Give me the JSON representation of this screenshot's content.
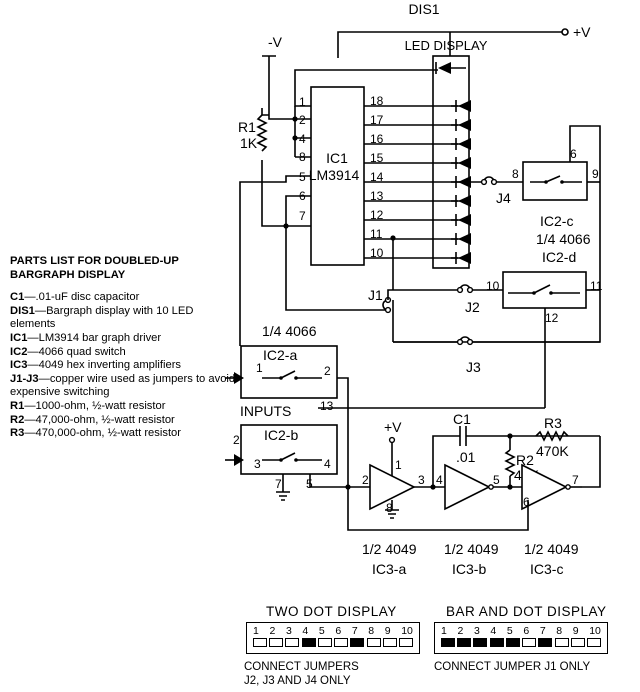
{
  "labels": {
    "dis1": "DIS1",
    "plus_v": "+V",
    "minus_v": "-V",
    "led_display": "LED DISPLAY",
    "r1": "R1",
    "r1_value": "1K",
    "ic1": "IC1",
    "ic1_part": "LM3914",
    "ic1_pins_left": [
      "1",
      "2",
      "4",
      "8",
      "5",
      "6",
      "7"
    ],
    "ic1_pins_right": [
      "18",
      "17",
      "16",
      "15",
      "14",
      "13",
      "12",
      "11",
      "10"
    ],
    "ic2c": "IC2-c",
    "ic2c_pins": [
      "8",
      "6",
      "9"
    ],
    "quarter_4066_c": "1/4 4066",
    "ic2d": "IC2-d",
    "ic2d_pins": [
      "10",
      "11",
      "12"
    ],
    "j1": "J1",
    "j2": "J2",
    "j3": "J3",
    "j4": "J4",
    "quarter_4066_a": "1/4 4066",
    "ic2a": "IC2-a",
    "ic2a_pins": [
      "1",
      "2",
      "13"
    ],
    "inputs": "INPUTS",
    "ic2b": "IC2-b",
    "ic2b_pins": [
      "2",
      "3",
      "4",
      "7",
      "5"
    ],
    "c1": "C1",
    "c1_value": ".01",
    "r3": "R3",
    "r3_value": "470K",
    "r2": "R2",
    "r2_value": "47K",
    "buf_a_pins": [
      "2",
      "1",
      "3",
      "8"
    ],
    "buf_b_pins": [
      "4",
      "5"
    ],
    "buf_c_pins": [
      "6",
      "7"
    ],
    "half_4049_a": "1/2 4049",
    "ic3a": "IC3-a",
    "half_4049_b": "1/2 4049",
    "ic3b": "IC3-b",
    "half_4049_c": "1/2 4049",
    "ic3c": "IC3-c"
  },
  "parts": {
    "title": "Parts list for doubled-up bargraph display",
    "items": [
      {
        "ref": "C1",
        "desc": "—.01-uF disc capacitor"
      },
      {
        "ref": "DIS1",
        "desc": "—Bargraph display with 10 LED elements"
      },
      {
        "ref": "IC1",
        "desc": "—LM3914 bar graph driver"
      },
      {
        "ref": "IC2",
        "desc": "—4066 quad switch"
      },
      {
        "ref": "IC3",
        "desc": "—4049 hex inverting amplifiers"
      },
      {
        "ref": "J1-J3",
        "desc": "—copper wire used as jumpers to avoid expensive switching"
      },
      {
        "ref": "R1",
        "desc": "—1000-ohm, ½-watt resistor"
      },
      {
        "ref": "R2",
        "desc": "—47,000-ohm, ½-watt resistor"
      },
      {
        "ref": "R3",
        "desc": "—470,000-ohm, ½-watt resistor"
      }
    ]
  },
  "displays": {
    "two_dot": {
      "title": "TWO DOT DISPLAY",
      "digits": [
        "1",
        "2",
        "3",
        "4",
        "5",
        "6",
        "7",
        "8",
        "9",
        "10"
      ],
      "lit": [
        false,
        false,
        false,
        true,
        false,
        false,
        true,
        false,
        false,
        false
      ],
      "note": [
        "CONNECT JUMPERS",
        "J2, J3 AND J4 ONLY"
      ]
    },
    "bar_dot": {
      "title": "BAR AND DOT DISPLAY",
      "digits": [
        "1",
        "2",
        "3",
        "4",
        "5",
        "6",
        "7",
        "8",
        "9",
        "10"
      ],
      "lit": [
        true,
        true,
        true,
        true,
        true,
        false,
        true,
        false,
        false,
        false
      ],
      "note": [
        "CONNECT JUMPER J1 ONLY"
      ]
    }
  }
}
